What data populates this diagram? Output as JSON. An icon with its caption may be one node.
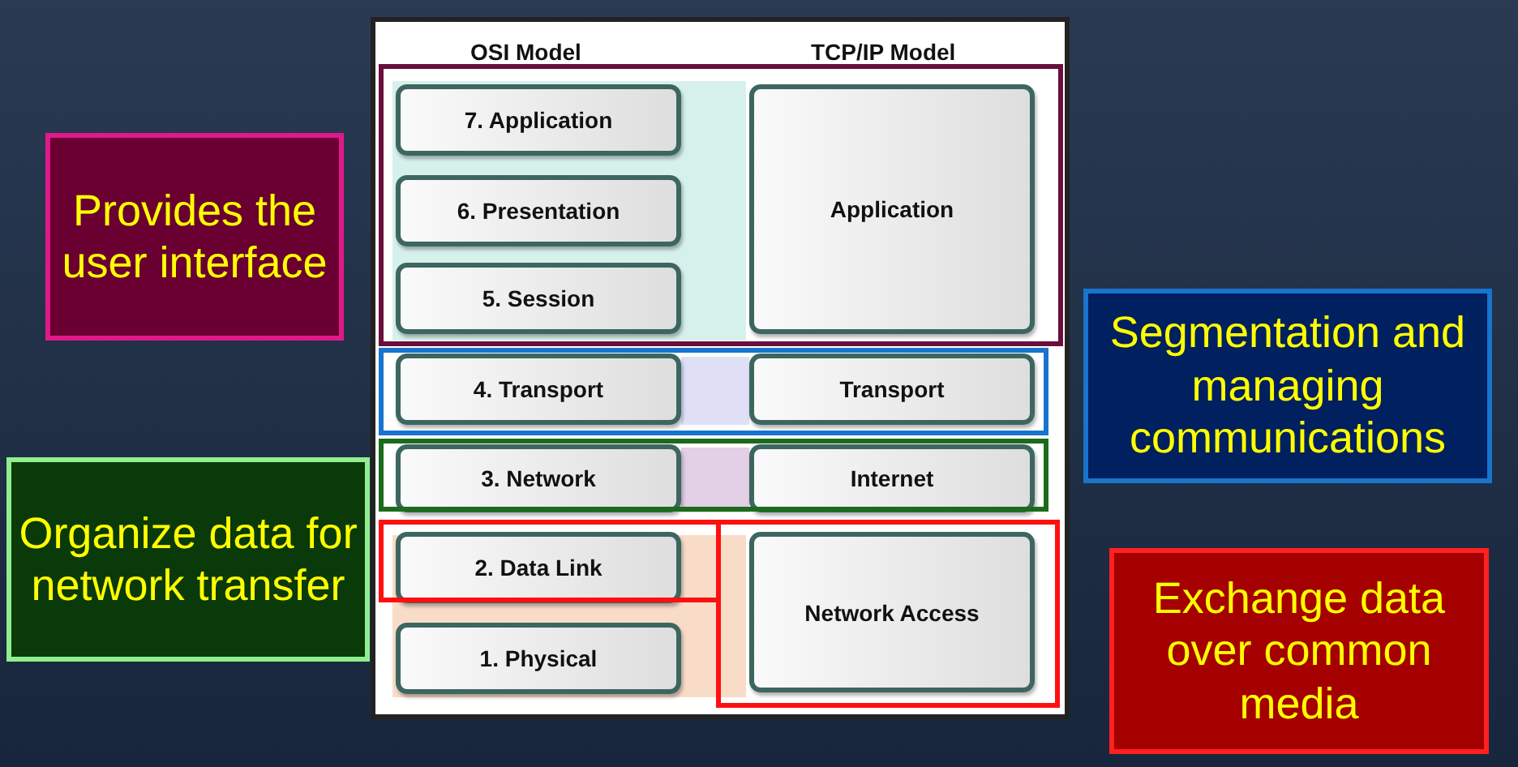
{
  "diagram": {
    "nodes": [
      {
        "text": [
          "Provides the user interface"
        ]
      },
      {
        "text": [
          "7. Application"
        ]
      },
      {
        "text": [
          "Application"
        ]
      },
      {
        "text": [
          "6. Presentation"
        ]
      },
      {
        "text": [
          "5. Session"
        ]
      },
      {
        "text": [
          "Segmentation and managing communications"
        ]
      },
      {
        "text": [
          "4. Transport"
        ]
      },
      {
        "text": [
          "Transport"
        ]
      },
      {
        "text": [
          "Organize data for network transfer"
        ]
      },
      {
        "text": [
          "3. Network"
        ]
      },
      {
        "text": [
          "Internet"
        ]
      },
      {
        "text": [
          "2. Data Link"
        ]
      },
      {
        "text": [
          "Network Access"
        ]
      },
      {
        "text": [
          "Exchange data over common media"
        ]
      },
      {
        "text": [
          "1. Physical"
        ]
      }
    ],
    "labels": [
      "OSI Model",
      "TCP/IP Model"
    ]
  }
}
